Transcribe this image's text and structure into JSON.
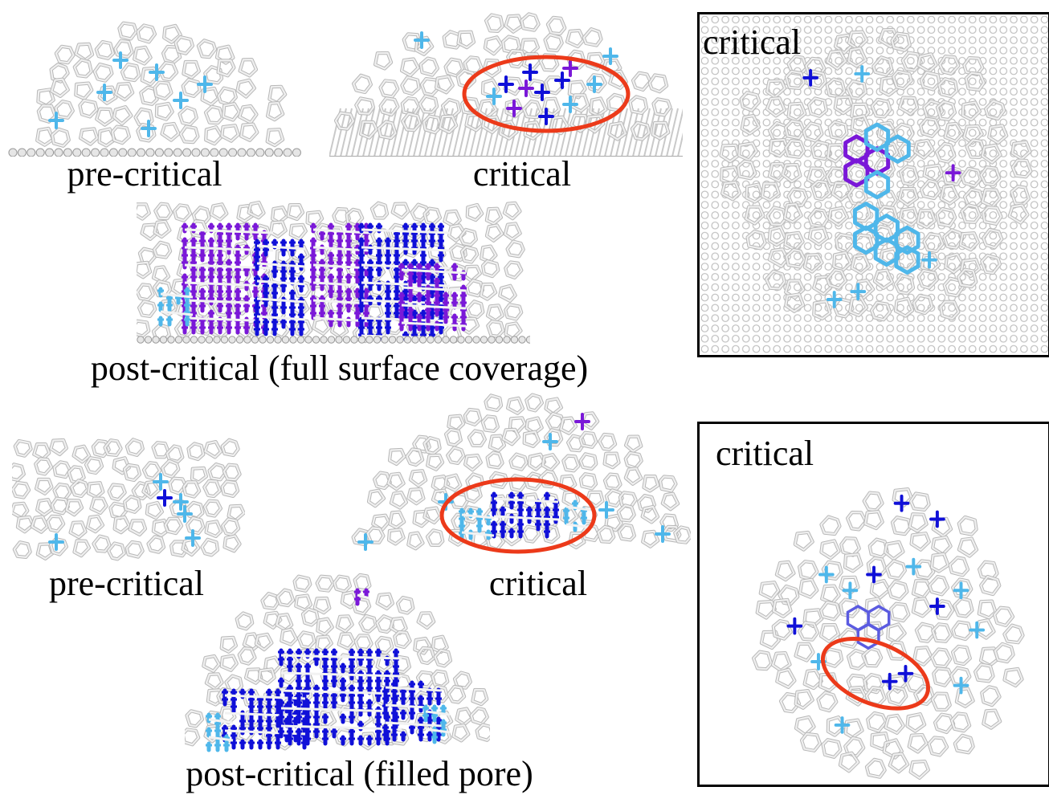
{
  "captions": {
    "top_precritical": "pre-critical",
    "top_critical": "critical",
    "top_postcritical": "post-critical (full surface coverage)",
    "bottom_precritical": "pre-critical",
    "bottom_critical": "critical",
    "bottom_postcritical": "post-critical (filled pore)"
  },
  "insets": {
    "top_right_label": "critical",
    "bottom_right_label": "critical"
  },
  "colors": {
    "network": "#d8d8d8",
    "network_edge": "#b8b8b8",
    "light_blue": "#4fb7ea",
    "dark_blue": "#1010d8",
    "purple": "#7a18d8",
    "highlight_ring": "#ec3a1a",
    "substrate": "#c9c9c9"
  }
}
